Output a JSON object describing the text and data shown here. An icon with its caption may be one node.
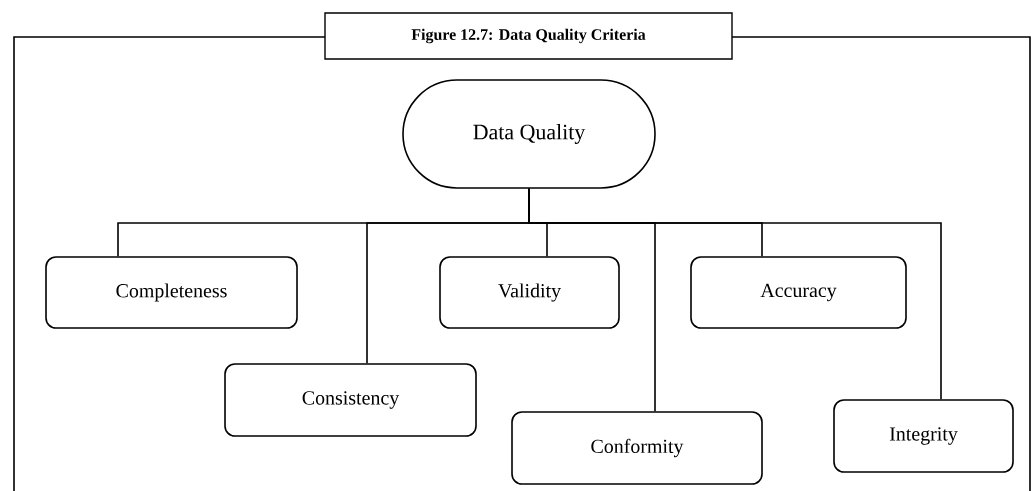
{
  "diagram": {
    "title": "Figure 12.7: Data Quality Criteria",
    "nodes": [
      {
        "text": [
          "Data Quality"
        ]
      },
      {
        "text": [
          "Completeness"
        ]
      },
      {
        "text": [
          "Consistency"
        ]
      },
      {
        "text": [
          "Validity"
        ]
      },
      {
        "text": [
          "Conformity"
        ]
      },
      {
        "text": [
          "Accuracy"
        ]
      },
      {
        "text": [
          "Integrity"
        ]
      }
    ],
    "edges": [
      {
        "from": 0,
        "to": 1,
        "arrow": "none"
      },
      {
        "from": 0,
        "to": 2,
        "arrow": "none"
      },
      {
        "from": 0,
        "to": 3,
        "arrow": "none"
      },
      {
        "from": 0,
        "to": 4,
        "arrow": "none"
      },
      {
        "from": 0,
        "to": 5,
        "arrow": "none"
      },
      {
        "from": 0,
        "to": 6,
        "arrow": "none"
      }
    ]
  }
}
